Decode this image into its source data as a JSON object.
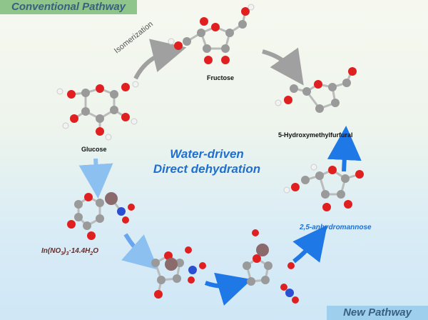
{
  "tags": {
    "conventional": "Conventional Pathway",
    "new": "New Pathway"
  },
  "arrow_labels": {
    "isomerization": "Isomerization"
  },
  "molecules": {
    "glucose": "Glucose",
    "fructose": "Fructose",
    "hmf": "5-Hydroxymethylfurfural",
    "anhydromannose": "2,5-anhydromannose",
    "catalyst_prefix": "In(NO",
    "catalyst_sub3": "3",
    "catalyst_mid": ")",
    "catalyst_sub3b": "3",
    "catalyst_suffix": "·14.4H",
    "catalyst_sub2": "2",
    "catalyst_o": "O"
  },
  "center": {
    "line1": "Water-driven",
    "line2": "Direct dehydration"
  },
  "colors": {
    "carbon": "#9a9a9a",
    "oxygen": "#e02020",
    "hydrogen": "#f2f2f2",
    "nitrogen": "#2a4fd0",
    "indium": "#8a6a6a",
    "gray_arrow": "#a0a0a0",
    "blue_arrow": "#1e78e6"
  }
}
